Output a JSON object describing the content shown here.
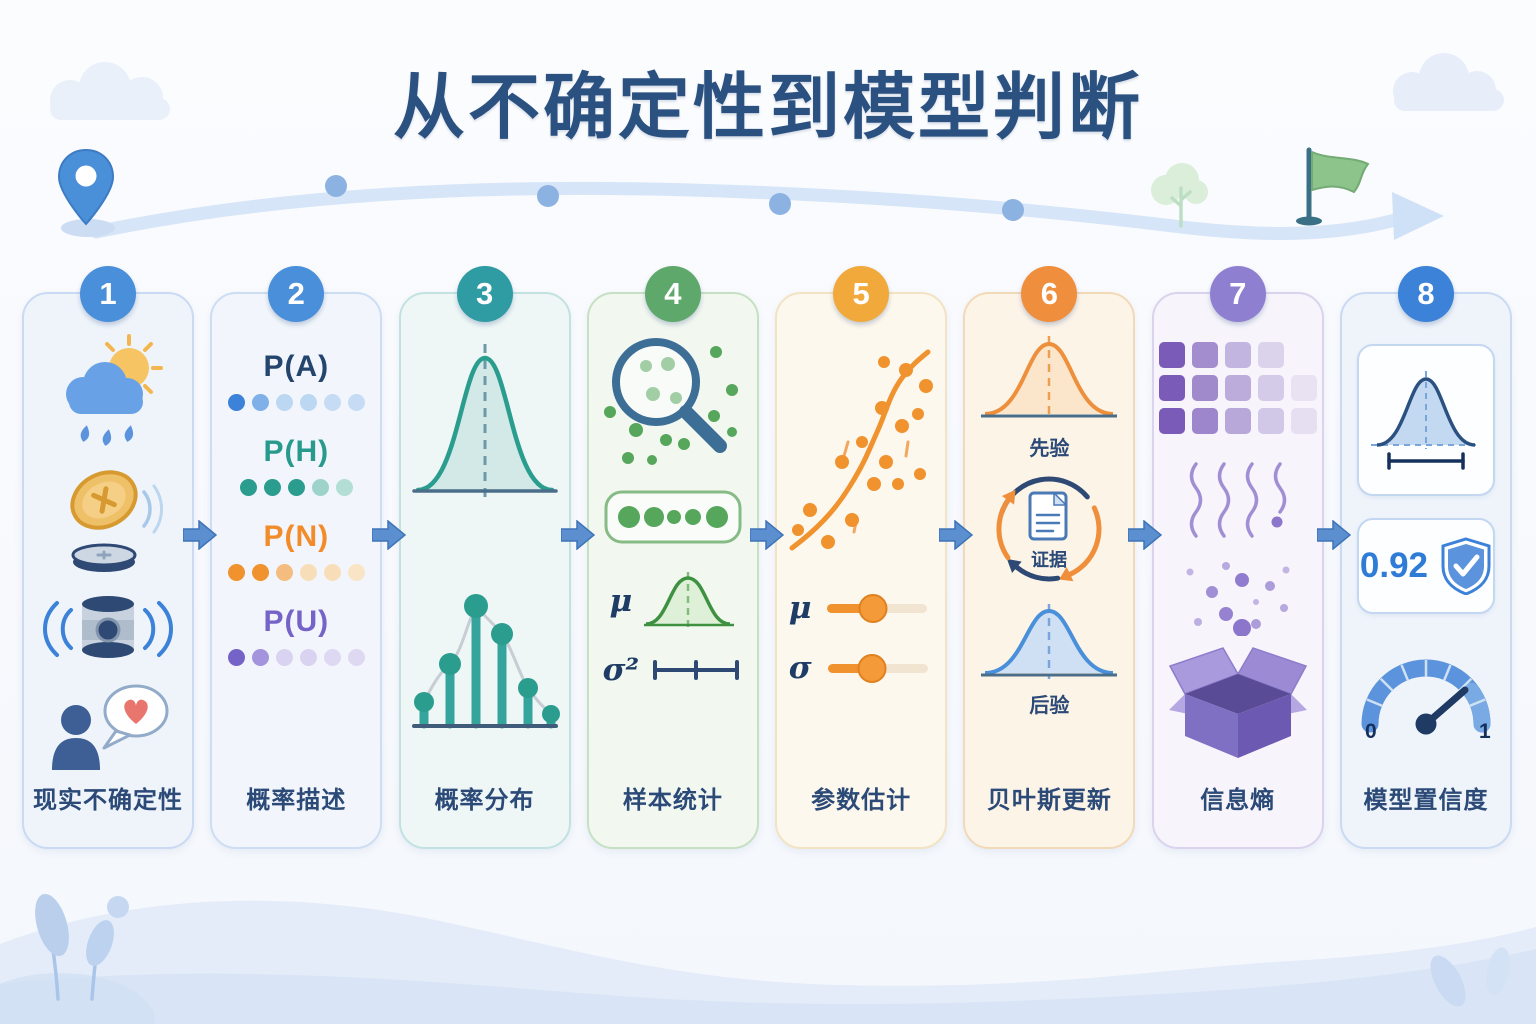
{
  "title": "从不确定性到模型判断",
  "palette": {
    "title_color": "#2b5180",
    "path_color": "#d6e5f7",
    "pin_color": "#4a90d9",
    "flag_color": "#8cc48c",
    "inter_card_arrow_color": "#5b8fd0",
    "label_color": "#2b4a77"
  },
  "journey": {
    "start_icon": "location-pin-icon",
    "end_icon": "finish-flag-icon",
    "waypoint_count": 4
  },
  "cards": [
    {
      "number": "1",
      "label": "现实不确定性",
      "theme_color": "#4a8fd9",
      "icons": [
        "weather-sun-rain-icon",
        "coin-flip-icon",
        "sound-sensor-icon",
        "person-heart-chat-icon"
      ]
    },
    {
      "number": "2",
      "label": "概率描述",
      "theme_color": "#4a8fd9",
      "probabilities": [
        {
          "text": "P(A)",
          "color": "#24456e",
          "dot_color": "#3b82d8",
          "dots_total": 6,
          "dots_filled": 2
        },
        {
          "text": "P(H)",
          "color": "#279a8d",
          "dot_color": "#2a9d8f",
          "dots_total": 5,
          "dots_filled": 3
        },
        {
          "text": "P(N)",
          "color": "#f28c2a",
          "dot_color": "#f0922e",
          "dots_total": 6,
          "dots_filled": 2
        },
        {
          "text": "P(U)",
          "color": "#7563c8",
          "dot_color": "#7563c8",
          "dots_total": 6,
          "dots_filled": 1
        }
      ]
    },
    {
      "number": "3",
      "label": "概率分布",
      "theme_color": "#2f9ba2",
      "icons": [
        "normal-curve-icon",
        "discrete-distribution-icon"
      ]
    },
    {
      "number": "4",
      "label": "样本统计",
      "theme_color": "#5fa86b",
      "mu": "μ",
      "sigma_squared": "σ²",
      "icons": [
        "magnifier-sample-icon",
        "sample-dots-box-icon"
      ]
    },
    {
      "number": "5",
      "label": "参数估计",
      "theme_color": "#f2a93b",
      "sliders": [
        {
          "param": "μ"
        },
        {
          "param": "σ"
        }
      ],
      "icons": [
        "scatter-fit-icon"
      ]
    },
    {
      "number": "6",
      "label": "贝叶斯更新",
      "theme_color": "#ef8f3e",
      "prior_label": "先验",
      "evidence_label": "证据",
      "posterior_label": "后验",
      "icons": [
        "prior-curve-icon",
        "bayes-cycle-icon",
        "document-icon",
        "posterior-curve-icon"
      ]
    },
    {
      "number": "7",
      "label": "信息熵",
      "theme_color": "#8f7fd0",
      "icons": [
        "fading-grid-icon",
        "entropy-waves-icon",
        "entropy-particles-icon",
        "open-box-icon"
      ]
    },
    {
      "number": "8",
      "label": "模型置信度",
      "theme_color": "#3b82d8",
      "confidence_score": "0.92",
      "gauge": {
        "min_label": "0",
        "max_label": "1",
        "value": 0.82
      },
      "icons": [
        "confidence-curve-icon",
        "shield-check-icon",
        "gauge-icon"
      ]
    }
  ]
}
